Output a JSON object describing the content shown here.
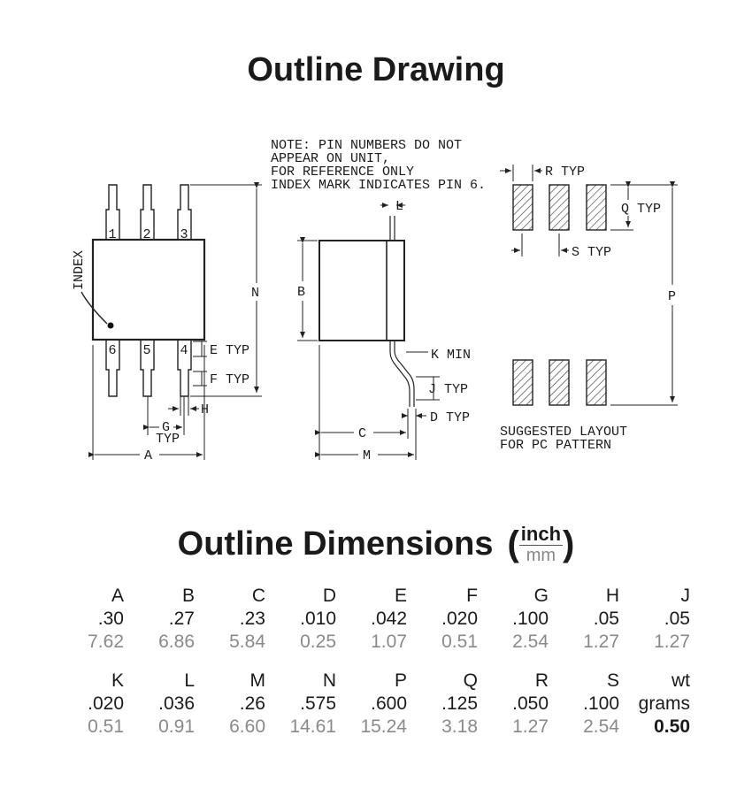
{
  "drawing_title": "Outline Drawing",
  "dimensions_title": "Outline Dimensions",
  "units": {
    "upper": "inch",
    "lower": "mm"
  },
  "note_lines": [
    "NOTE: PIN NUMBERS DO NOT",
    "APPEAR ON UNIT,",
    "FOR REFERENCE ONLY",
    "INDEX MARK INDICATES PIN 6."
  ],
  "index_label": "INDEX",
  "pins_top": [
    "1",
    "2",
    "3"
  ],
  "pins_bottom": [
    "6",
    "5",
    "4"
  ],
  "callouts": {
    "A": "A",
    "B": "B",
    "C": "C",
    "D_TYP": "D TYP",
    "E_TYP": "E TYP",
    "F_TYP": "F TYP",
    "G": "G",
    "TYP": "TYP",
    "H": "H",
    "J_TYP": "J TYP",
    "K_MIN": "K MIN",
    "L": "L",
    "M": "M",
    "N": "N",
    "P": "P",
    "Q_TYP": "Q TYP",
    "R_TYP": "R TYP",
    "S_TYP": "S TYP"
  },
  "layout_caption": [
    "SUGGESTED LAYOUT",
    "FOR PC PATTERN"
  ],
  "table_rows": [
    {
      "headers": [
        "A",
        "B",
        "C",
        "D",
        "E",
        "F",
        "G",
        "H",
        "J"
      ],
      "inch": [
        ".30",
        ".27",
        ".23",
        ".010",
        ".042",
        ".020",
        ".100",
        ".05",
        ".05"
      ],
      "mm": [
        "7.62",
        "6.86",
        "5.84",
        "0.25",
        "1.07",
        "0.51",
        "2.54",
        "1.27",
        "1.27"
      ]
    },
    {
      "headers": [
        "K",
        "L",
        "M",
        "N",
        "P",
        "Q",
        "R",
        "S",
        "wt"
      ],
      "inch": [
        ".020",
        ".036",
        ".26",
        ".575",
        ".600",
        ".125",
        ".050",
        ".100",
        "grams"
      ],
      "mm": [
        "0.51",
        "0.91",
        "6.60",
        "14.61",
        "15.24",
        "3.18",
        "1.27",
        "2.54",
        "0.50"
      ]
    }
  ]
}
